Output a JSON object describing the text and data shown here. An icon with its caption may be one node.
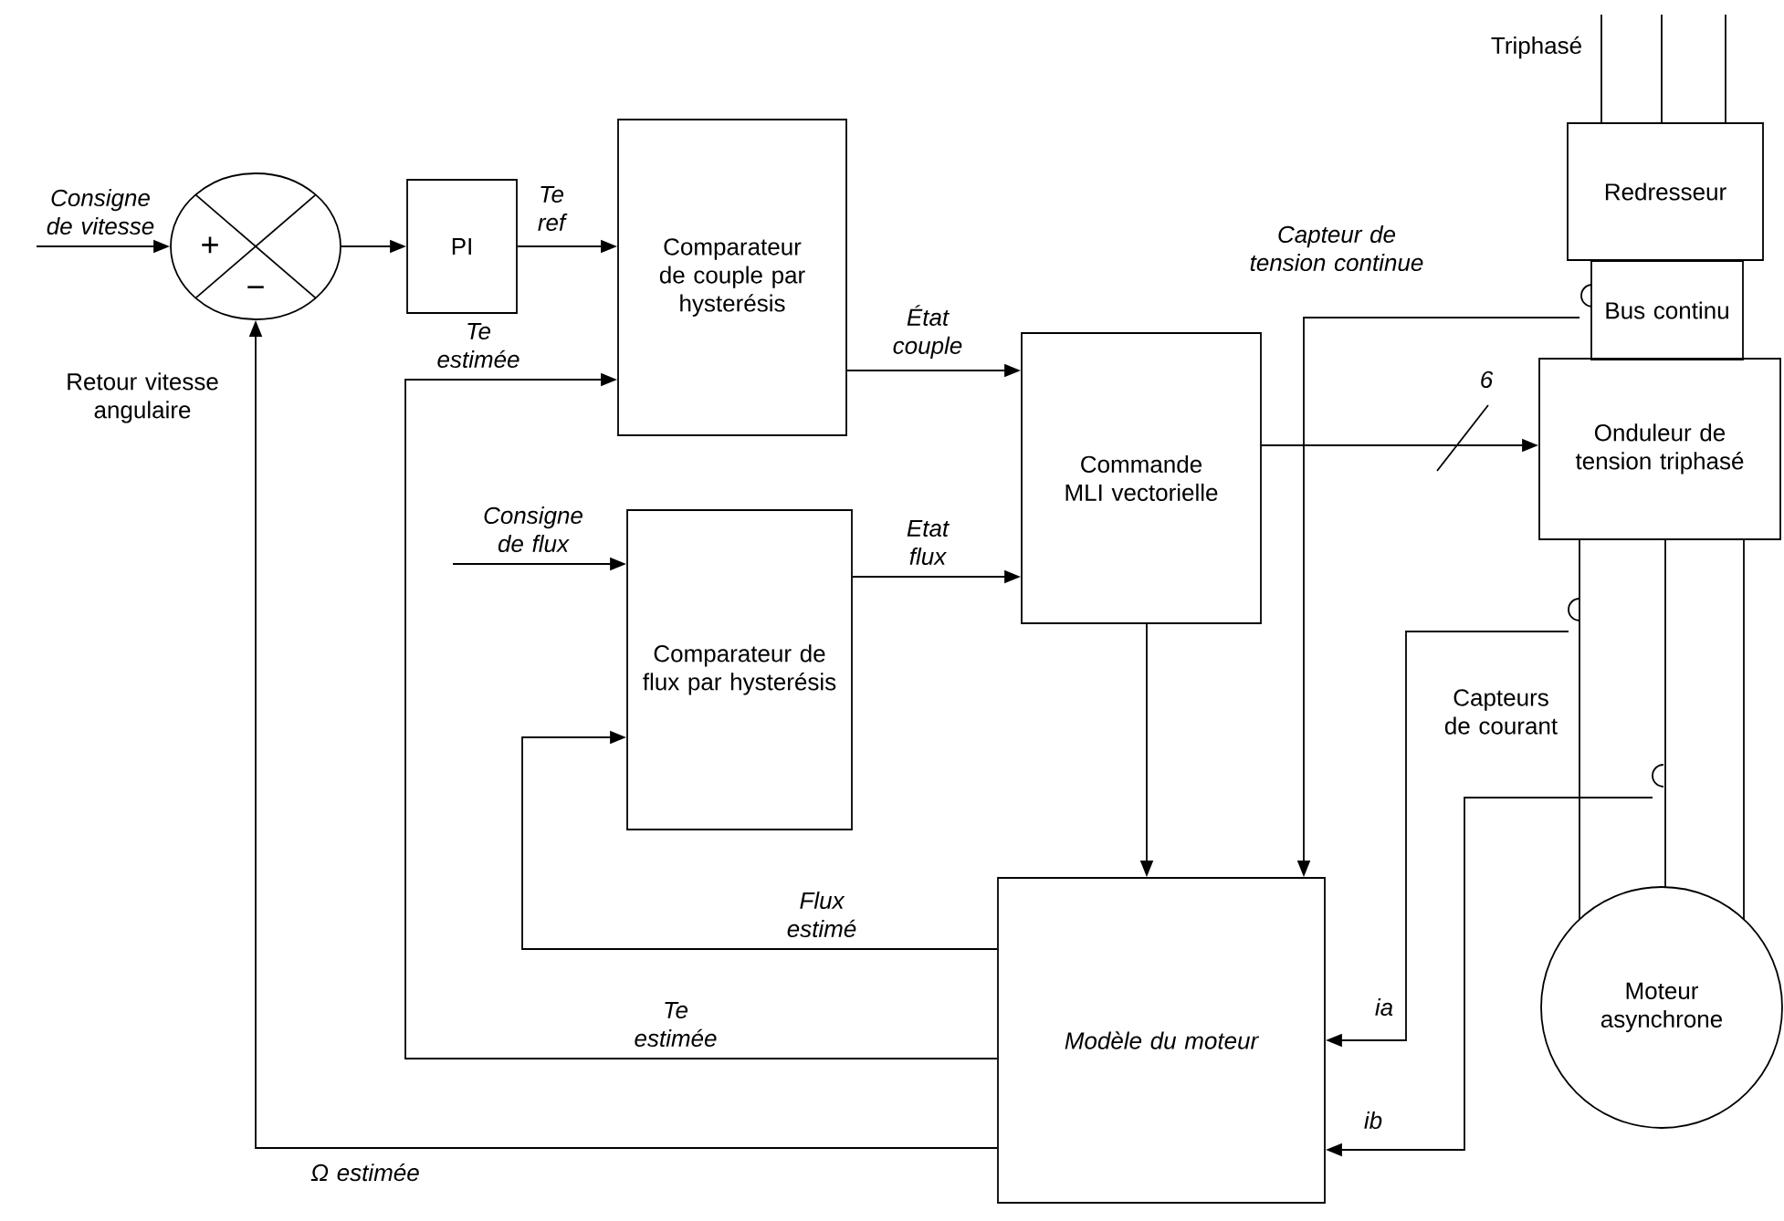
{
  "diagram": {
    "nodes": [
      {
        "text": [
          "+",
          "−"
        ]
      },
      {
        "text": [
          "PI"
        ]
      },
      {
        "text": [
          "Comparateur de couple par hysterésis"
        ]
      },
      {
        "text": [
          "Comparateur de flux par hysterésis"
        ]
      },
      {
        "text": [
          "Commande MLI vectorielle"
        ]
      },
      {
        "text": [
          "Redresseur"
        ]
      },
      {
        "text": [
          "Bus continu"
        ]
      },
      {
        "text": [
          "Onduleur de tension triphasé"
        ]
      },
      {
        "text": [
          "Modèle du moteur"
        ]
      },
      {
        "text": [
          "Moteur asynchrone"
        ]
      }
    ],
    "edges": [
      {
        "from": null,
        "to": 0,
        "arrow": "to",
        "label": "Consigne de vitesse"
      },
      {
        "from": 0,
        "to": 1,
        "arrow": "to"
      },
      {
        "from": 1,
        "to": 2,
        "arrow": "to",
        "label": "Te ref"
      },
      {
        "from": 8,
        "to": 2,
        "arrow": "to",
        "label": "Te estimée"
      },
      {
        "from": null,
        "to": 3,
        "arrow": "to",
        "label": "Consigne de flux"
      },
      {
        "from": 2,
        "to": 4,
        "arrow": "to",
        "label": "État couple"
      },
      {
        "from": 3,
        "to": 4,
        "arrow": "to",
        "label": "Etat flux"
      },
      {
        "from": 8,
        "to": 3,
        "arrow": "to",
        "label": "Flux estimé"
      },
      {
        "from": 4,
        "to": 7,
        "arrow": "to",
        "label": "6"
      },
      {
        "from": 4,
        "to": 8,
        "arrow": "to"
      },
      {
        "from": 6,
        "to": 8,
        "arrow": "to",
        "label": "Capteur de tension continue"
      },
      {
        "from": null,
        "to": 8,
        "arrow": "to",
        "label": "ia"
      },
      {
        "from": null,
        "to": 8,
        "arrow": "to",
        "label": "ib"
      },
      {
        "from": 8,
        "to": 0,
        "arrow": "to",
        "label": "Ω estimée"
      },
      {
        "from": null,
        "to": 5,
        "arrow": "none"
      },
      {
        "from": null,
        "to": 5,
        "arrow": "none"
      },
      {
        "from": null,
        "to": 5,
        "arrow": "none"
      },
      {
        "from": 7,
        "to": 9,
        "arrow": "none"
      },
      {
        "from": 7,
        "to": 9,
        "arrow": "none"
      },
      {
        "from": 7,
        "to": 9,
        "arrow": "none"
      }
    ],
    "labels": [
      "Triphasé",
      "Retour vitesse angulaire",
      "Te estimée",
      "Capteurs de courant"
    ]
  }
}
